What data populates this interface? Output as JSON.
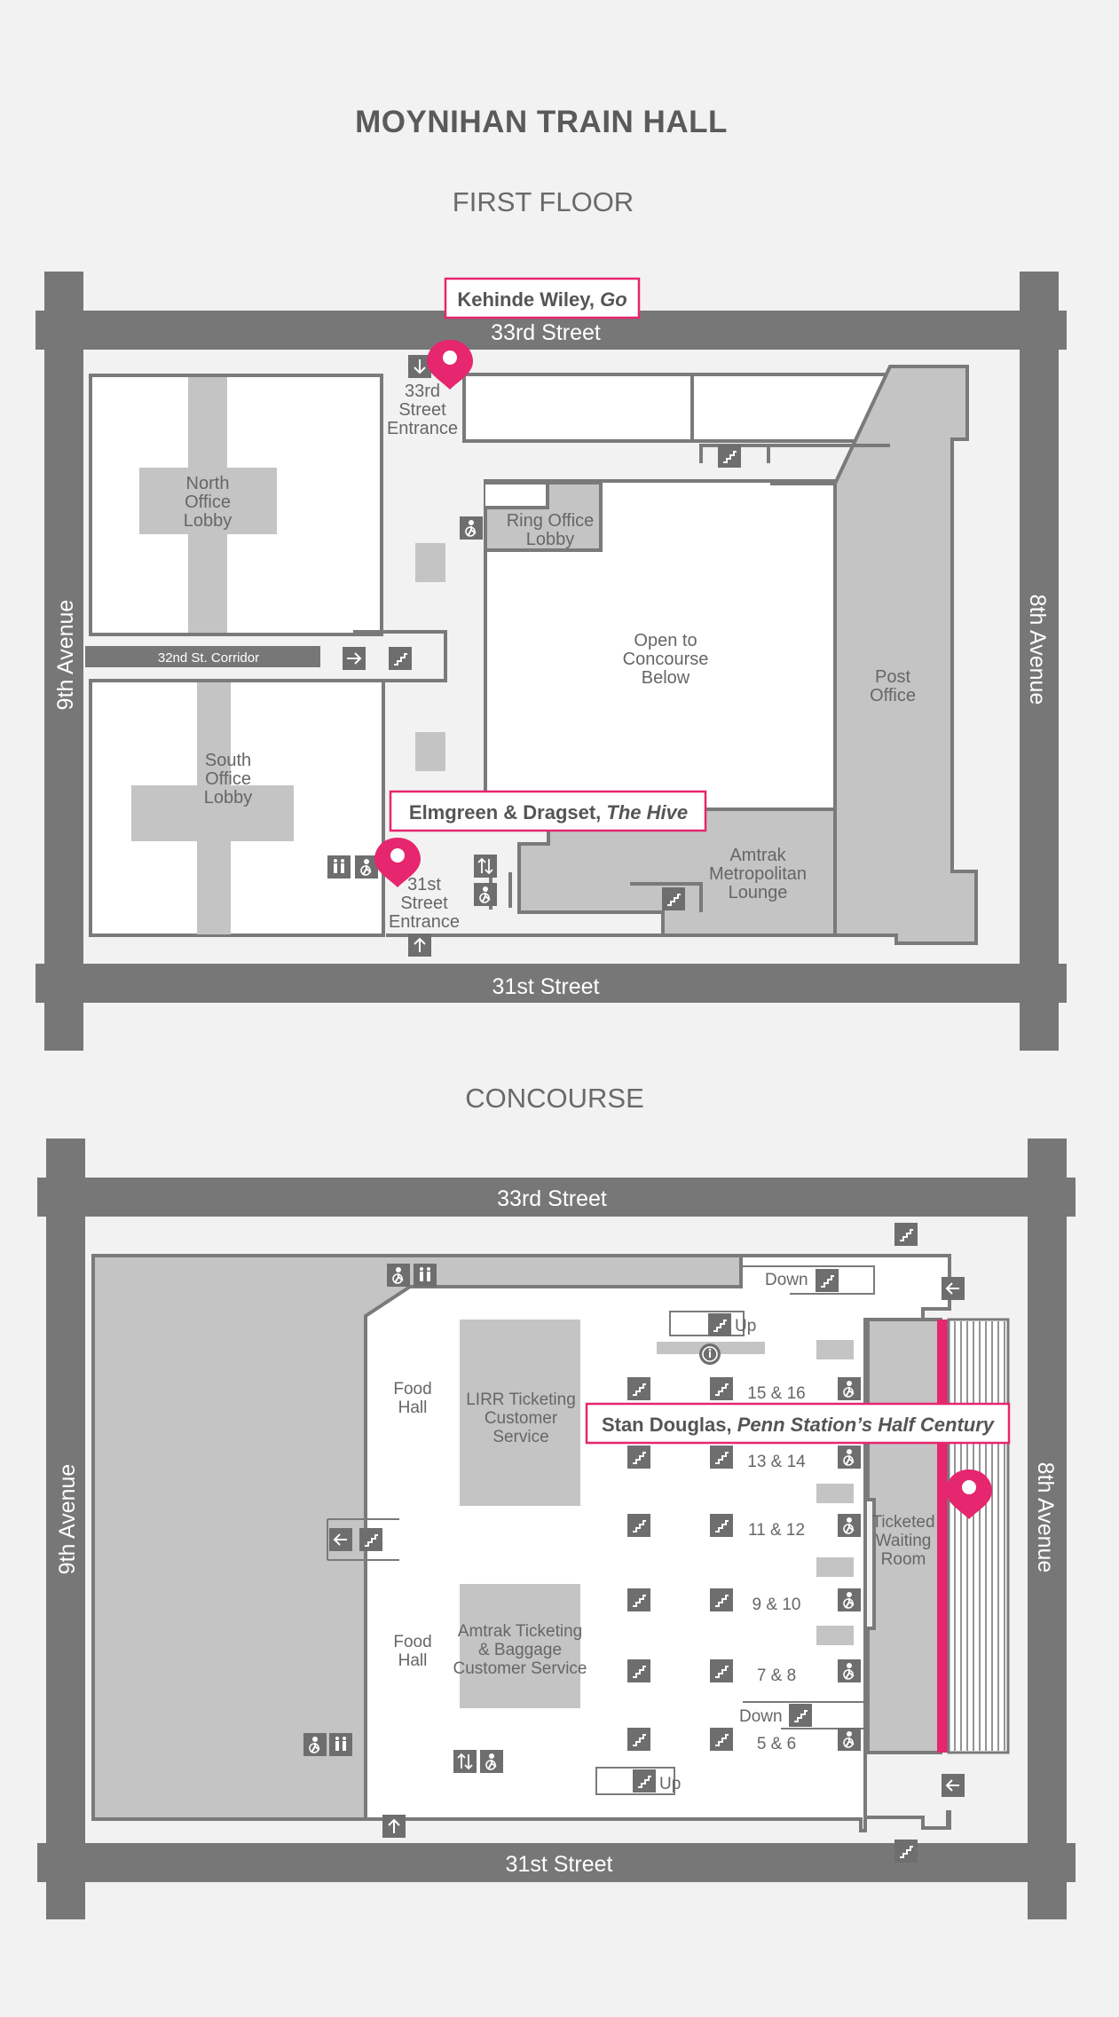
{
  "title": "MOYNIHAN TRAIN HALL",
  "first_floor": {
    "heading": "FIRST FLOOR",
    "streets": {
      "north": "33rd Street",
      "south": "31st Street",
      "west": "9th Avenue",
      "east": "8th Avenue"
    },
    "rooms": {
      "north_lobby": [
        "North",
        "Office",
        "Lobby"
      ],
      "south_lobby": [
        "South",
        "Office",
        "Lobby"
      ],
      "corridor": "32nd St. Corridor",
      "entrance_33": [
        "33rd",
        "Street",
        "Entrance"
      ],
      "entrance_31": [
        "31st",
        "Street",
        "Entrance"
      ],
      "ring_lobby": [
        "Ring Office",
        "Lobby"
      ],
      "open_concourse": [
        "Open to",
        "Concourse",
        "Below"
      ],
      "post_office": [
        "Post",
        "Office"
      ],
      "amtrak_lounge": [
        "Amtrak",
        "Metropolitan",
        "Lounge"
      ]
    },
    "artworks": [
      {
        "artist": "Kehinde Wiley, ",
        "work": "Go"
      },
      {
        "artist": "Elmgreen & Dragset, ",
        "work": "The Hive"
      }
    ]
  },
  "concourse": {
    "heading": "CONCOURSE",
    "streets": {
      "north": "33rd Street",
      "south": "31st Street",
      "west": "9th Avenue",
      "east": "8th Avenue"
    },
    "rooms": {
      "food_hall_1": [
        "Food",
        "Hall"
      ],
      "food_hall_2": [
        "Food",
        "Hall"
      ],
      "lirr": [
        "LIRR Ticketing",
        "Customer",
        "Service"
      ],
      "amtrak_ticketing": [
        "Amtrak Ticketing",
        "& Baggage",
        "Customer Service"
      ],
      "waiting_room": [
        "Ticketed",
        "Waiting",
        "Room"
      ]
    },
    "tracks": [
      "15 & 16",
      "13 & 14",
      "11 & 12",
      "9 & 10",
      "7 & 8",
      "5 & 6"
    ],
    "escalator_labels": {
      "down_top": "Down",
      "up_top": "Up",
      "down_bottom": "Down",
      "up_bottom": "Up"
    },
    "artwork": {
      "artist": "Stan Douglas, ",
      "work": "Penn Station’s Half Century"
    }
  },
  "colors": {
    "accent": "#e6266e",
    "street": "#777777",
    "room": "#c4c4c4",
    "wall": "#7a7a7a",
    "icon": "#6e6e6e"
  }
}
